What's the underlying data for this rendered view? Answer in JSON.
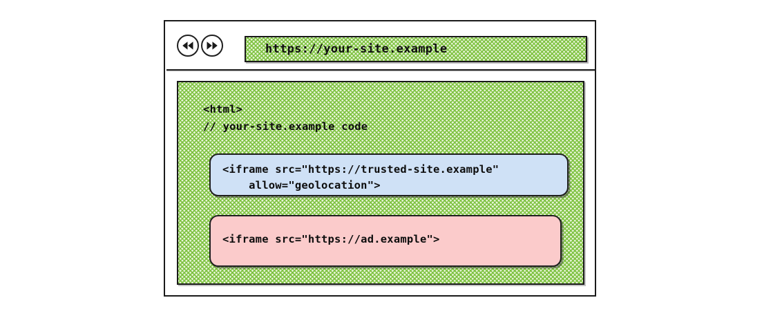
{
  "window": {
    "name": "browser-window"
  },
  "toolbar": {
    "back_icon": "rewind-icon",
    "forward_icon": "fast-forward-icon",
    "url_bar": {
      "value": "https://your-site.example",
      "placeholder": "https://your-site.example"
    }
  },
  "page": {
    "code_lines": [
      "<html>",
      "// your-site.example code"
    ],
    "iframes": [
      {
        "id": "trusted",
        "color": "#cfe1f6",
        "lines": [
          "<iframe src=\"https://trusted-site.example\"",
          "    allow=\"geolocation\">"
        ]
      },
      {
        "id": "ad",
        "color": "#fbcbcb",
        "lines": [
          "<iframe src=\"https://ad.example\">"
        ]
      }
    ]
  },
  "colors": {
    "hatch_green": "#7cc13e",
    "iframe_trusted_blue": "#cfe1f6",
    "iframe_ad_pink": "#fbcbcb",
    "stroke": "#1a1a1a",
    "background": "#ffffff"
  }
}
